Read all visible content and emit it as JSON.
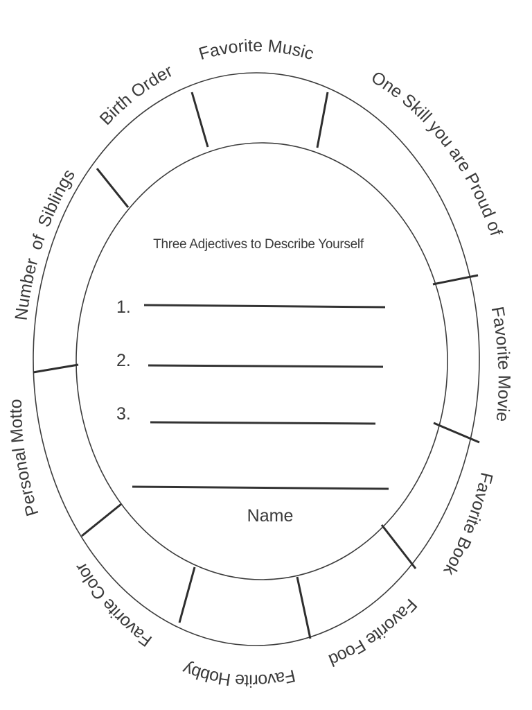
{
  "worksheet": {
    "center_title": "Three Adjectives to Describe Yourself",
    "adjective_lines": [
      {
        "number": "1.",
        "value": ""
      },
      {
        "number": "2.",
        "value": ""
      },
      {
        "number": "3.",
        "value": ""
      }
    ],
    "name_label": "Name",
    "name_value": "",
    "ring_segments": [
      {
        "label": "Favorite Music",
        "value": ""
      },
      {
        "label": "One Skill you are Proud of",
        "value": ""
      },
      {
        "label": "Favorite Movie",
        "value": ""
      },
      {
        "label": "Favorite Book",
        "value": ""
      },
      {
        "label": "Favorite Food",
        "value": ""
      },
      {
        "label": "Favorite Hobby",
        "value": ""
      },
      {
        "label": "Favorite Color",
        "value": ""
      },
      {
        "label": "Personal Motto",
        "value": ""
      },
      {
        "label": "Number  of  Siblings",
        "value": ""
      },
      {
        "label": "Birth Order",
        "value": ""
      }
    ],
    "colors": {
      "ink": "#3a3a3a",
      "paper": "#ffffff"
    }
  }
}
